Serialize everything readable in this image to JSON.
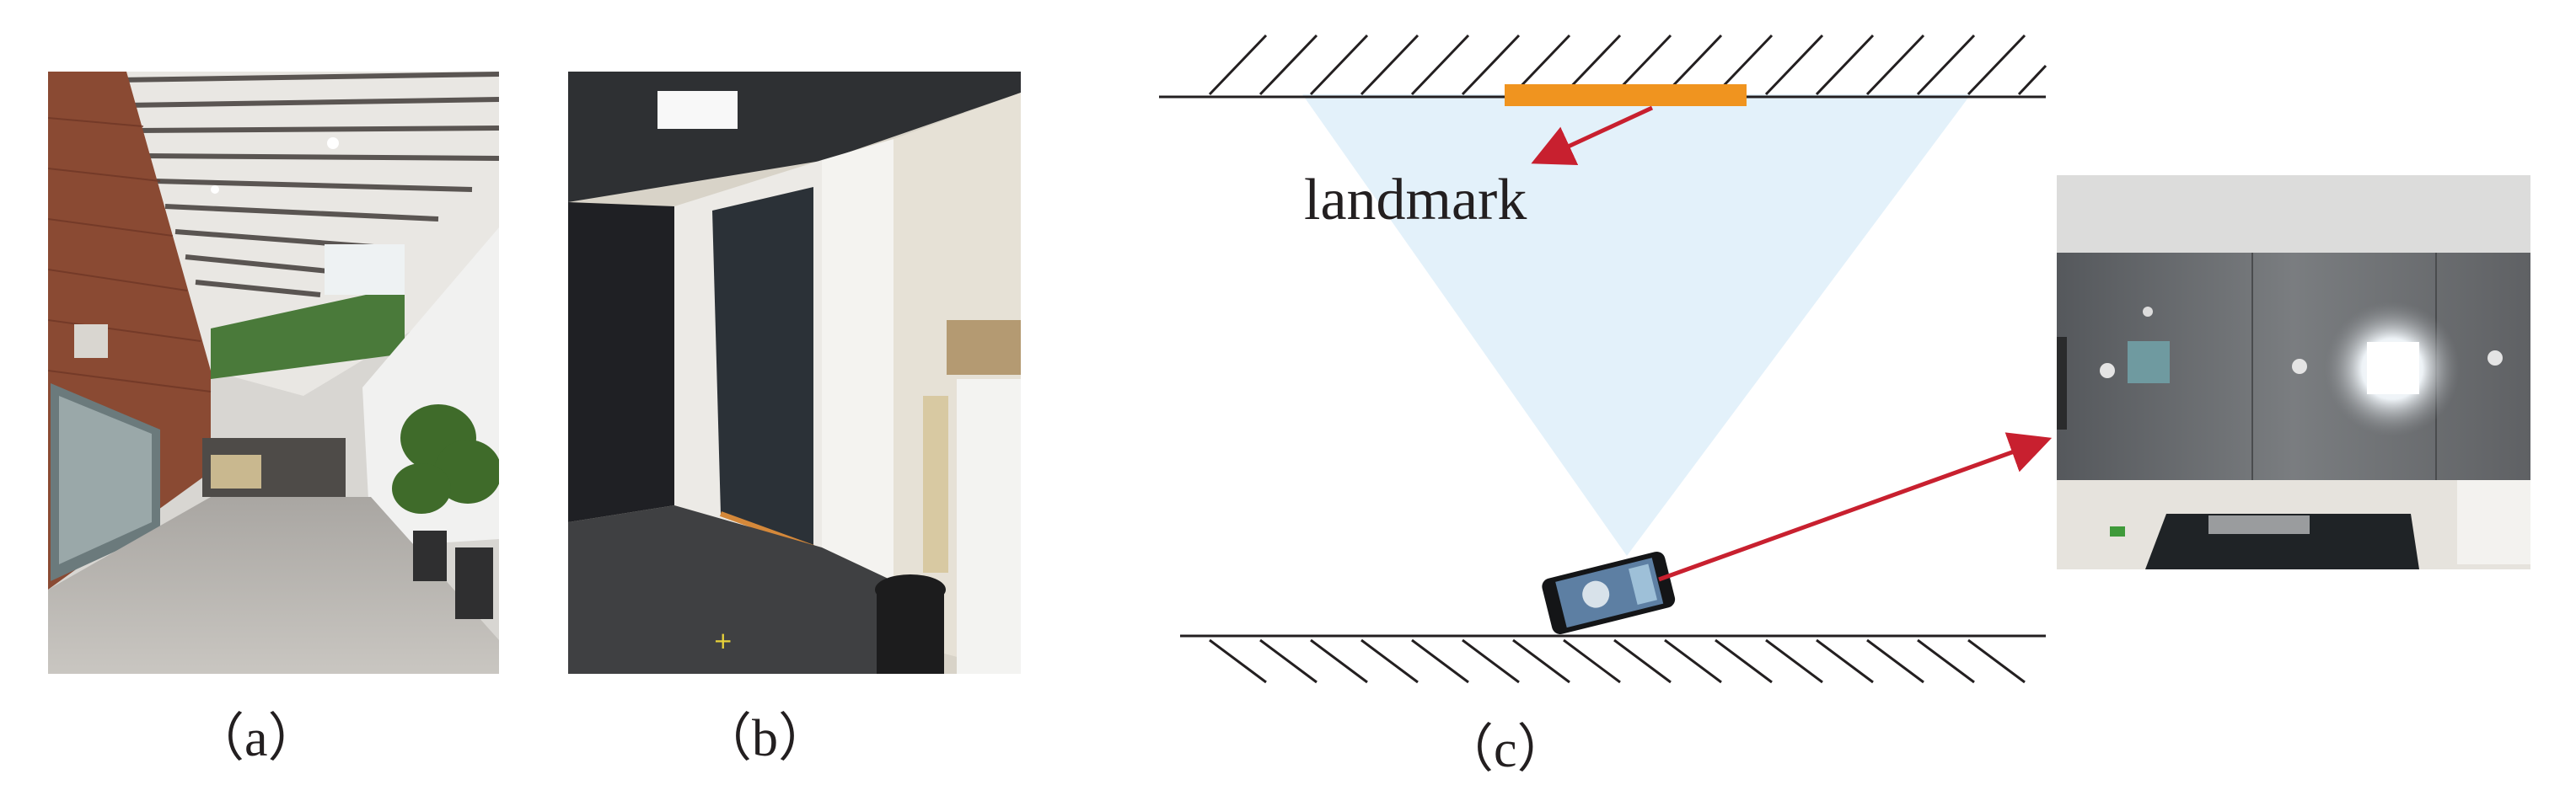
{
  "figure": {
    "panels": [
      {
        "id": "a",
        "caption": "（a）"
      },
      {
        "id": "b",
        "caption": "（b）"
      },
      {
        "id": "c",
        "caption": "（c）"
      }
    ],
    "landmark_label": "landmark"
  },
  "colors": {
    "landmark": "#f0941f",
    "arrow": "#c8202f",
    "field_of_view": "#e3f1fa",
    "line": "#231f20"
  },
  "icons": {
    "panel_a": "hallway-photo",
    "panel_b": "corridor-photo",
    "phone": "smartphone-icon",
    "camera_view": "ceiling-camera-view-photo"
  }
}
